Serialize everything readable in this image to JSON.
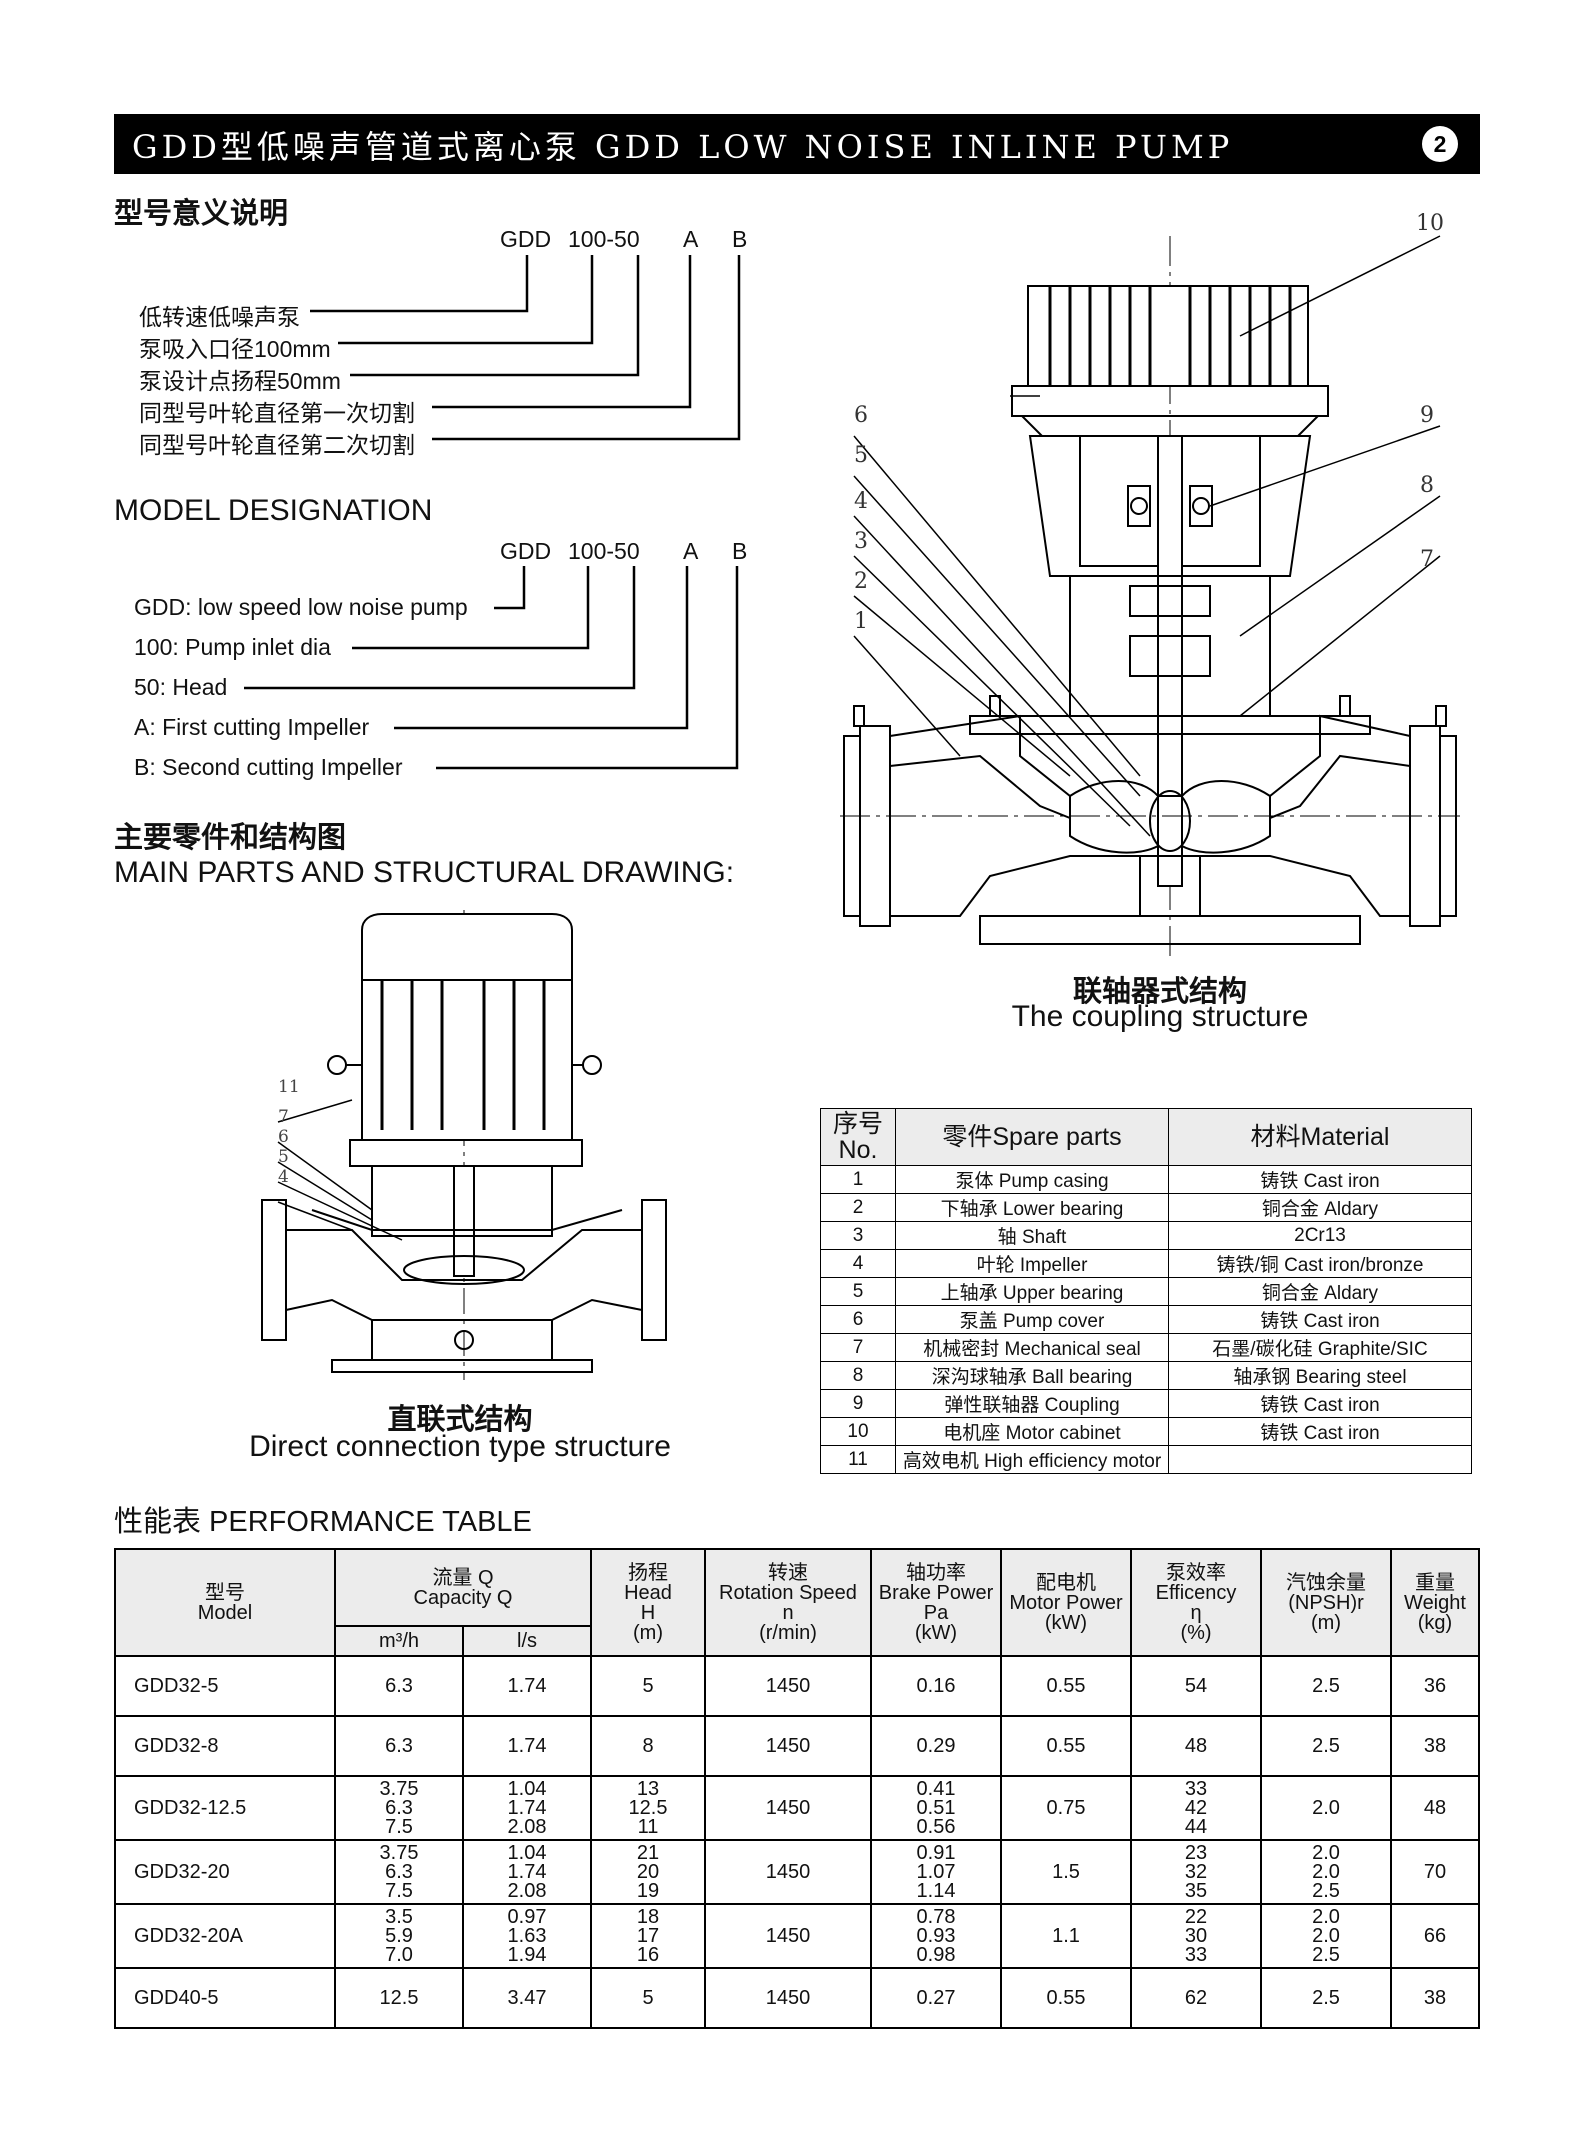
{
  "header": {
    "title": "GDD型低噪声管道式离心泵 GDD LOW NOISE INLINE PUMP",
    "page_number": "2"
  },
  "model_cn": {
    "title": "型号意义说明",
    "code": [
      "GDD",
      "100-50",
      "A",
      "B"
    ],
    "labels": [
      "低转速低噪声泵",
      "泵吸入口径100mm",
      "泵设计点扬程50mm",
      "同型号叶轮直径第一次切割",
      "同型号叶轮直径第二次切割"
    ]
  },
  "model_en": {
    "title": "MODEL DESIGNATION",
    "code": [
      "GDD",
      "100-50",
      "A",
      "B"
    ],
    "labels": [
      "GDD: low speed low noise pump",
      "100: Pump inlet dia",
      "50: Head",
      "A: First cutting Impeller",
      "B: Second cutting Impeller"
    ]
  },
  "main_parts": {
    "title_cn": "主要零件和结构图",
    "title_en": "MAIN PARTS AND STRUCTURAL DRAWING:"
  },
  "coupling_drawing": {
    "caption_cn": "联轴器式结构",
    "caption_en": "The coupling structure",
    "callouts": [
      "10",
      "6",
      "5",
      "4",
      "3",
      "2",
      "1",
      "9",
      "8",
      "7"
    ]
  },
  "direct_drawing": {
    "caption_cn": "直联式结构",
    "caption_en": "Direct connection type structure",
    "callouts": [
      "11",
      "7",
      "6",
      "5",
      "4"
    ]
  },
  "parts_table": {
    "headers": {
      "no_cn": "序号",
      "no_en": "No.",
      "part": "零件Spare parts",
      "material": "材料Material"
    },
    "rows": [
      {
        "no": "1",
        "part": "泵体 Pump casing",
        "material": "铸铁 Cast iron"
      },
      {
        "no": "2",
        "part": "下轴承 Lower bearing",
        "material": "铜合金 Aldary"
      },
      {
        "no": "3",
        "part": "轴 Shaft",
        "material": "2Cr13"
      },
      {
        "no": "4",
        "part": "叶轮 Impeller",
        "material": "铸铁/铜 Cast iron/bronze"
      },
      {
        "no": "5",
        "part": "上轴承 Upper bearing",
        "material": "铜合金 Aldary"
      },
      {
        "no": "6",
        "part": "泵盖 Pump cover",
        "material": "铸铁 Cast iron"
      },
      {
        "no": "7",
        "part": "机械密封 Mechanical seal",
        "material": "石墨/碳化硅 Graphite/SIC"
      },
      {
        "no": "8",
        "part": "深沟球轴承 Ball bearing",
        "material": "轴承钢 Bearing steel"
      },
      {
        "no": "9",
        "part": "弹性联轴器 Coupling",
        "material": "铸铁 Cast iron"
      },
      {
        "no": "10",
        "part": "电机座 Motor cabinet",
        "material": "铸铁 Cast iron"
      },
      {
        "no": "11",
        "part": "高效电机 High efficiency motor",
        "material": ""
      }
    ]
  },
  "performance": {
    "title": "性能表 PERFORMANCE TABLE",
    "headers": {
      "model": [
        "型号",
        "Model"
      ],
      "capacity": [
        "流量 Q",
        "Capacity Q"
      ],
      "cap_unit_1": "m³/h",
      "cap_unit_2": "l/s",
      "head": [
        "扬程",
        "Head",
        "H",
        "(m)"
      ],
      "speed": [
        "转速",
        "Rotation Speed",
        "n",
        "(r/min)"
      ],
      "power": [
        "轴功率",
        "Brake Power",
        "Pa",
        "(kW)"
      ],
      "motor": [
        "配电机",
        "Motor Power",
        "(kW)"
      ],
      "eff": [
        "泵效率",
        "Efficency",
        "η",
        "(%)"
      ],
      "npsh": [
        "汽蚀余量",
        "(NPSH)r",
        "(m)"
      ],
      "weight": [
        "重量",
        "Weight",
        "(kg)"
      ]
    },
    "rows": [
      {
        "model": "GDD32-5",
        "q_m3h": [
          "6.3"
        ],
        "q_ls": [
          "1.74"
        ],
        "head": [
          "5"
        ],
        "speed": "1450",
        "power": [
          "0.16"
        ],
        "motor": "0.55",
        "eff": [
          "54"
        ],
        "npsh": [
          "2.5"
        ],
        "weight": "36"
      },
      {
        "model": "GDD32-8",
        "q_m3h": [
          "6.3"
        ],
        "q_ls": [
          "1.74"
        ],
        "head": [
          "8"
        ],
        "speed": "1450",
        "power": [
          "0.29"
        ],
        "motor": "0.55",
        "eff": [
          "48"
        ],
        "npsh": [
          "2.5"
        ],
        "weight": "38"
      },
      {
        "model": "GDD32-12.5",
        "q_m3h": [
          "3.75",
          "6.3",
          "7.5"
        ],
        "q_ls": [
          "1.04",
          "1.74",
          "2.08"
        ],
        "head": [
          "13",
          "12.5",
          "11"
        ],
        "speed": "1450",
        "power": [
          "0.41",
          "0.51",
          "0.56"
        ],
        "motor": "0.75",
        "eff": [
          "33",
          "42",
          "44"
        ],
        "npsh": [
          "2.0"
        ],
        "weight": "48"
      },
      {
        "model": "GDD32-20",
        "q_m3h": [
          "3.75",
          "6.3",
          "7.5"
        ],
        "q_ls": [
          "1.04",
          "1.74",
          "2.08"
        ],
        "head": [
          "21",
          "20",
          "19"
        ],
        "speed": "1450",
        "power": [
          "0.91",
          "1.07",
          "1.14"
        ],
        "motor": "1.5",
        "eff": [
          "23",
          "32",
          "35"
        ],
        "npsh": [
          "2.0",
          "2.0",
          "2.5"
        ],
        "weight": "70"
      },
      {
        "model": "GDD32-20A",
        "q_m3h": [
          "3.5",
          "5.9",
          "7.0"
        ],
        "q_ls": [
          "0.97",
          "1.63",
          "1.94"
        ],
        "head": [
          "18",
          "17",
          "16"
        ],
        "speed": "1450",
        "power": [
          "0.78",
          "0.93",
          "0.98"
        ],
        "motor": "1.1",
        "eff": [
          "22",
          "30",
          "33"
        ],
        "npsh": [
          "2.0",
          "2.0",
          "2.5"
        ],
        "weight": "66"
      },
      {
        "model": "GDD40-5",
        "q_m3h": [
          "12.5"
        ],
        "q_ls": [
          "3.47"
        ],
        "head": [
          "5"
        ],
        "speed": "1450",
        "power": [
          "0.27"
        ],
        "motor": "0.55",
        "eff": [
          "62"
        ],
        "npsh": [
          "2.5"
        ],
        "weight": "38"
      }
    ]
  }
}
